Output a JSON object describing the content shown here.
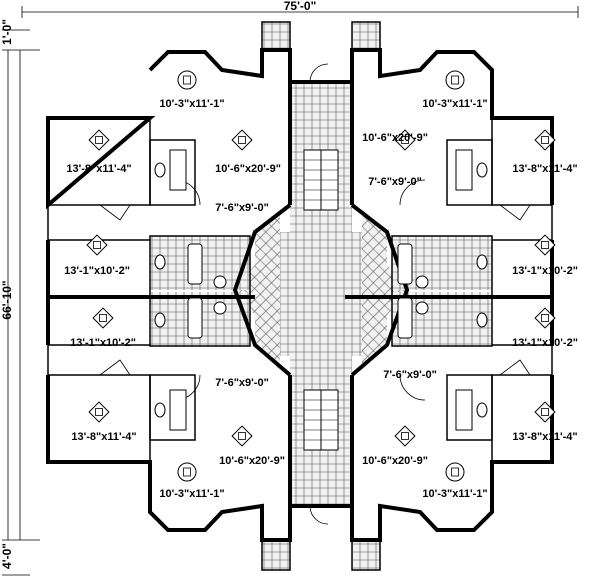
{
  "dimensions": {
    "overall_width": "75'-0\"",
    "overall_depth": "66'-10\"",
    "top_offset": "1'-0\"",
    "bottom_offset": "4'-0\""
  },
  "rooms": [
    {
      "label": "10'-3\"x11'-1\"",
      "unit": "top-left"
    },
    {
      "label": "10'-3\"x11'-1\"",
      "unit": "top-right"
    },
    {
      "label": "10'-6\"x20'-9\"",
      "unit": "top-left"
    },
    {
      "label": "10'-6\"x20'-9\"",
      "unit": "top-right"
    },
    {
      "label": "13'-8\"x11'-4\"",
      "unit": "top-left"
    },
    {
      "label": "13'-8\"x11'-4\"",
      "unit": "top-right"
    },
    {
      "label": "7'-6\"x9'-0\"",
      "unit": "top-left"
    },
    {
      "label": "7'-6\"x9'-0\"",
      "unit": "top-right"
    },
    {
      "label": "13'-1\"x10'-2\"",
      "unit": "top-left"
    },
    {
      "label": "13'-1\"x10'-2\"",
      "unit": "top-right"
    },
    {
      "label": "13'-1\"x10'-2\"",
      "unit": "bottom-left"
    },
    {
      "label": "13'-1\"x10'-2\"",
      "unit": "bottom-right"
    },
    {
      "label": "7'-6\"x9'-0\"",
      "unit": "bottom-left"
    },
    {
      "label": "7'-6\"x9'-0\"",
      "unit": "bottom-right"
    },
    {
      "label": "13'-8\"x11'-4\"",
      "unit": "bottom-left"
    },
    {
      "label": "13'-8\"x11'-4\"",
      "unit": "bottom-right"
    },
    {
      "label": "10'-6\"x20'-9\"",
      "unit": "bottom-left"
    },
    {
      "label": "10'-6\"x20'-9\"",
      "unit": "bottom-right"
    },
    {
      "label": "10'-3\"x11'-1\"",
      "unit": "bottom-left"
    },
    {
      "label": "10'-3\"x11'-1\"",
      "unit": "bottom-right"
    }
  ],
  "colors": {
    "line": "#000000",
    "background": "#ffffff",
    "tile": "#d9d9d9"
  },
  "icons": [
    "room-marker-icon",
    "bathtub-icon",
    "toilet-icon",
    "sink-icon",
    "stair-icon",
    "door-swing-icon"
  ]
}
